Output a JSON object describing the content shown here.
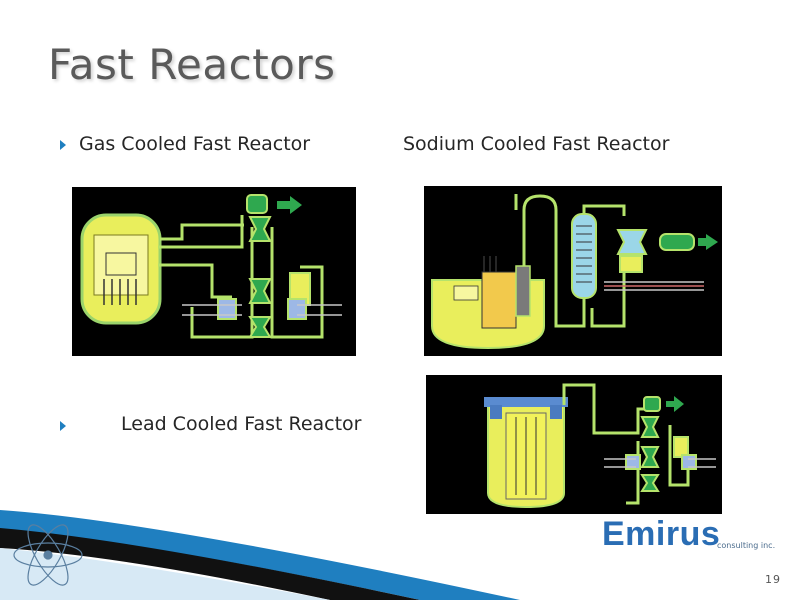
{
  "slide": {
    "title": "Fast Reactors",
    "page_number": "19"
  },
  "bullets": [
    {
      "text": "Gas Cooled Fast Reactor"
    },
    {
      "text": "Lead Cooled Fast Reactor"
    }
  ],
  "labels": {
    "sodium_heading": "Sodium Cooled Fast Reactor"
  },
  "logo": {
    "name": "Emirus",
    "tagline": "consulting inc."
  },
  "colors": {
    "title": "#5a5a5a",
    "bullet": "#1f7fc0",
    "brand": "#2a6db4",
    "diagram_bg": "#000000",
    "reactor_yellow": "#f2f25a",
    "pipe_green": "#b5e36b"
  }
}
